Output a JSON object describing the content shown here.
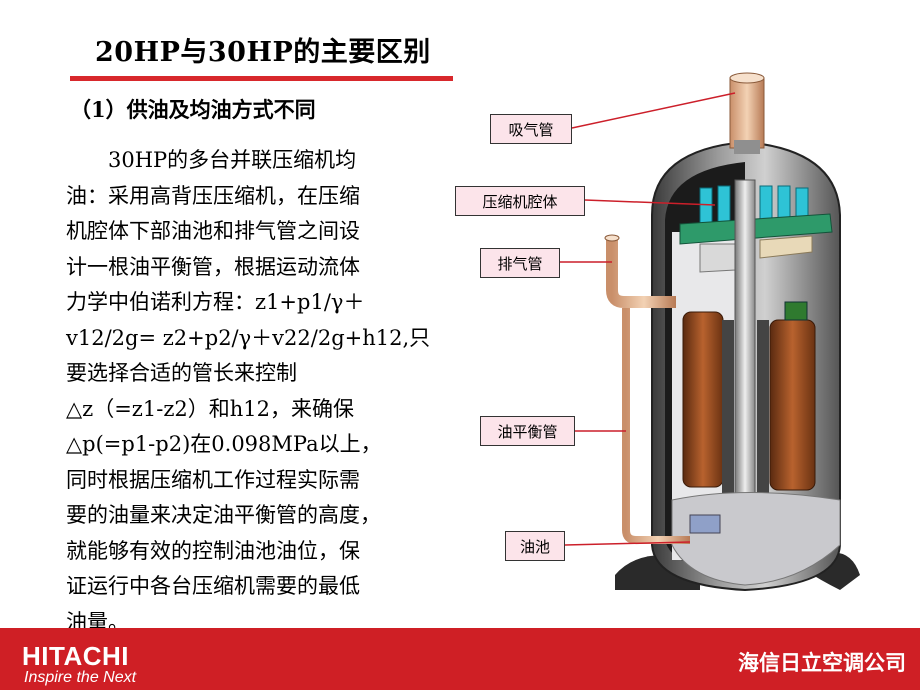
{
  "slide": {
    "title": "20HP与30HP的主要区别",
    "subtitle": "（1）供油及均油方式不同",
    "body_lines": [
      "　　30HP的多台并联压缩机均",
      "油：采用高背压压缩机，在压缩",
      "机腔体下部油池和排气管之间设",
      "计一根油平衡管，根据运动流体",
      "力学中伯诺利方程：z1+p1/γ＋",
      "v12/2g= z2+p2/γ＋v22/2g+h12,只",
      "要选择合适的管长来控制",
      "△z（=z1-z2）和h12，来确保",
      "△p(=p1-p2)在0.098MPa以上，",
      "同时根据压缩机工作过程实际需",
      "要的油量来决定油平衡管的高度，",
      "就能够有效的控制油池油位，保",
      "证运行中各台压缩机需要的最低",
      "油量。"
    ]
  },
  "diagram": {
    "labels": {
      "suction_pipe": "吸气管",
      "compressor_shell": "压缩机腔体",
      "discharge_pipe": "排气管",
      "oil_balance_pipe": "油平衡管",
      "oil_sump": "油池"
    },
    "colors": {
      "label_fill": "#fce4ea",
      "leader_line": "#cc1f2a",
      "accent_red": "#d8282c"
    }
  },
  "footer": {
    "brand": "HITACHI",
    "tagline": "Inspire the Next",
    "company": "海信日立空调公司"
  }
}
